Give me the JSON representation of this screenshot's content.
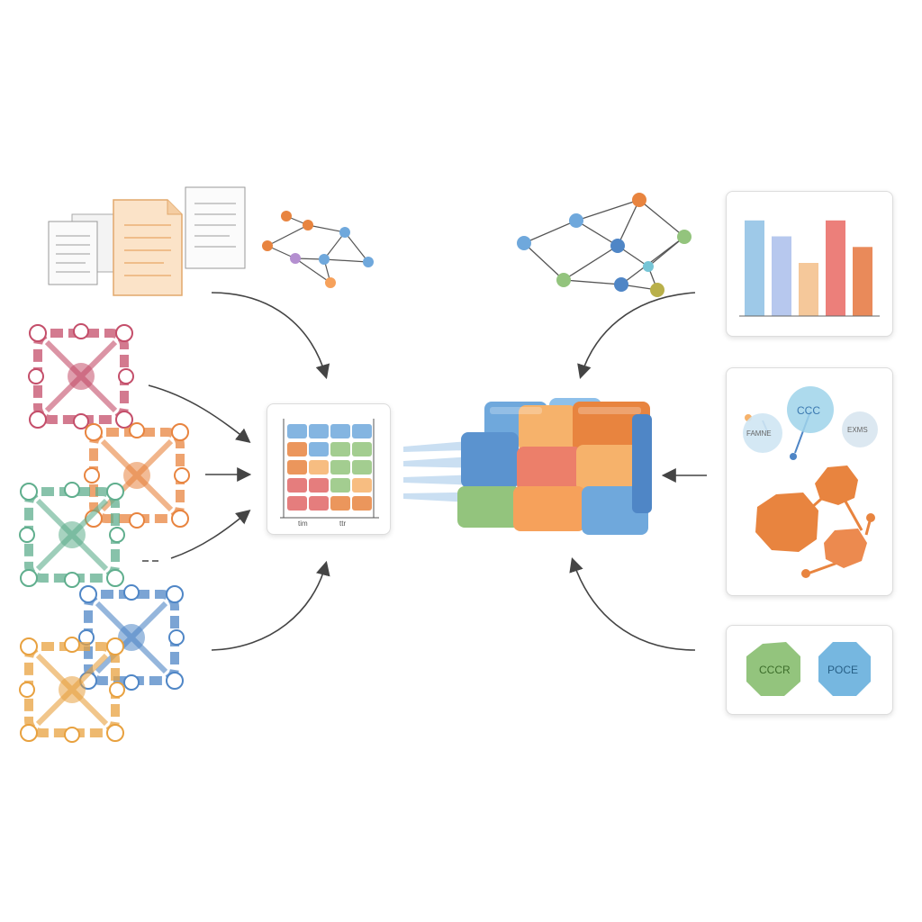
{
  "colors": {
    "blue": "#6fa8dc",
    "orange": "#e8843f",
    "green": "#93c47d",
    "red": "#e06666",
    "yellow": "#f6b26b",
    "teal": "#76c5d6",
    "arrow": "#444444"
  },
  "icons": [
    "document-stack-icon",
    "network-graph-icon",
    "molecular-framework-icon",
    "matrix-grid-icon",
    "3d-block-tensor-icon",
    "bar-chart-icon",
    "bubble-graph-icon",
    "arrow-icon"
  ],
  "center_matrix": {
    "footer_labels": [
      "tim",
      "ttr"
    ]
  },
  "right_panels": {
    "bar_chart": {
      "values": [
        0.9,
        0.75,
        0.5,
        0.9,
        0.65
      ],
      "colors": [
        "#9ec9e8",
        "#b7c8ee",
        "#f5c89a",
        "#ec7f7a",
        "#e98a5a"
      ]
    },
    "bubble_graph": {
      "top_bubble": "CCC",
      "left_bubble": "FAMNE",
      "right_bubble": "EXMS"
    },
    "legend_pair": {
      "left_label": "CCCR",
      "right_label": "POCE"
    }
  }
}
